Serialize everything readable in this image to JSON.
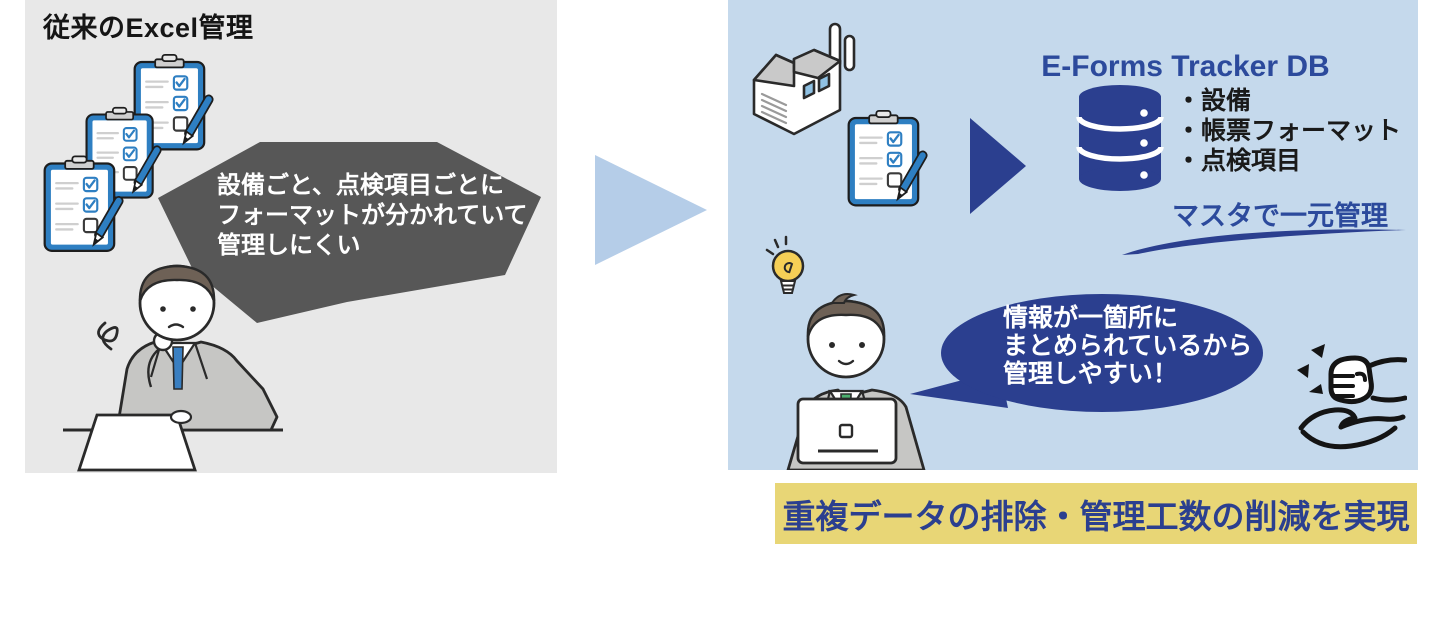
{
  "left_panel": {
    "title": "従来のExcel管理",
    "bubble_lines": [
      "設備ごと、点検項目ごとに",
      "フォーマットが分かれていて",
      "管理しにくい"
    ]
  },
  "right_panel": {
    "title": "E-Forms Tracker DB",
    "db_items": [
      "・設備",
      "・帳票フォーマット",
      "・点検項目"
    ],
    "master_caption": "マスタで一元管理",
    "bubble_lines": [
      "情報が一箇所に",
      "まとめられているから",
      "管理しやすい！"
    ]
  },
  "banner": {
    "text": "重複データの排除・管理工数の削減を実現"
  },
  "icons": {
    "clipboard": "checklist-clipboard-with-pen",
    "factory": "factory-building",
    "database": "database-cylinder",
    "lightbulb": "idea-lightbulb",
    "fist_in_palm": "fist-in-palm-hand",
    "arrow_between_panels": "right-pointing-triangle",
    "arrow_to_db": "right-pointing-triangle"
  },
  "colors": {
    "left_panel_bg": "#e8e8e8",
    "right_panel_bg": "#c5d9ec",
    "dark_bubble": "#575757",
    "accent_dark_blue": "#2b3f8f",
    "title_blue": "#2c4a9c",
    "clipboard_blue": "#2e7fc2",
    "light_arrow_blue": "#b5cde8",
    "banner_yellow": "#e8d676",
    "banner_text_blue": "#2b3f8f"
  }
}
